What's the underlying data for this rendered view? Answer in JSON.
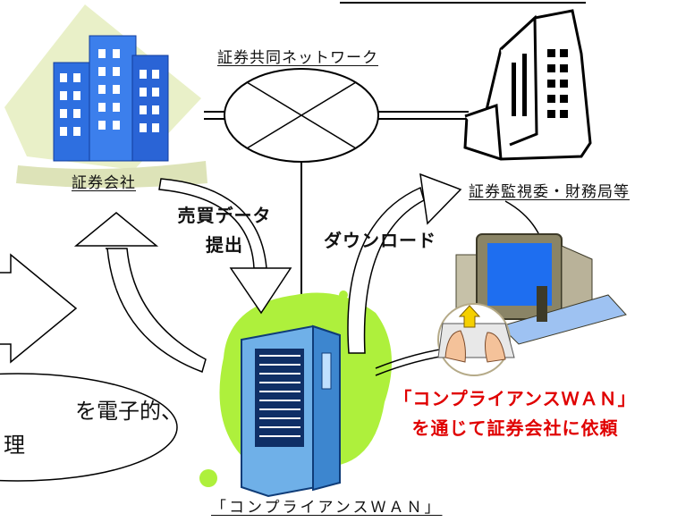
{
  "labels": {
    "network": "証券共同ネットワーク",
    "securities_company": "証券会社",
    "regulator": "証券監視委・財務局等",
    "trade_data_line1": "売買データ",
    "trade_data_line2": "提出",
    "download": "ダウンロード",
    "request_line1": "「コンプライアンスＷＡＮ」",
    "request_line2": "を通じて証券会社に依頼",
    "wan_system": "「コンプライアンスＷＡＮ」",
    "ellipse_note_line1": "を電子的、",
    "ellipse_note_line2": "理"
  },
  "icons": [
    "office-buildings-icon",
    "skyscraper-icon",
    "server-tower-icon",
    "desktop-computer-icon",
    "keyboard-hands-icon"
  ],
  "colors": {
    "accent_green": "#aef03c",
    "server_blue": "#6fb0e8",
    "building_blue": "#2e6fe0",
    "request_red": "#e00000"
  }
}
